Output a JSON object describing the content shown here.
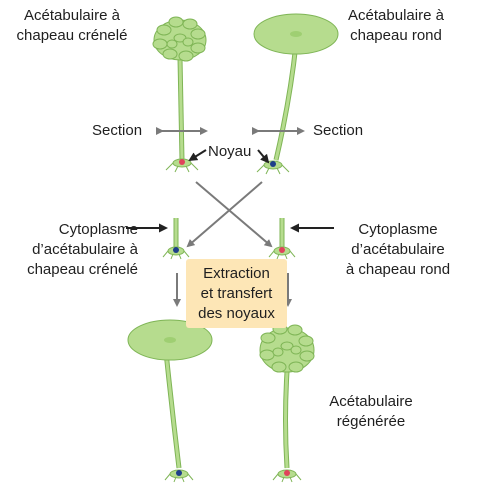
{
  "labels": {
    "top_left": [
      "Acétabulaire à",
      "chapeau crénelé"
    ],
    "top_right": [
      "Acétabulaire à",
      "chapeau rond"
    ],
    "section_left": "Section",
    "section_right": "Section",
    "noyau": "Noyau",
    "cyto_left": [
      "Cytoplasme",
      "d’acétabulaire à",
      "chapeau crénelé"
    ],
    "cyto_right": [
      "Cytoplasme",
      "d’acétabulaire",
      "à chapeau rond"
    ],
    "box": [
      "Extraction",
      "et transfert",
      "des noyaux"
    ],
    "regen": [
      "Acétabulaire",
      "régénérée"
    ]
  },
  "colors": {
    "plant_fill": "#b6dc8e",
    "plant_stroke": "#7fb556",
    "red_nucleus": "#e0435b",
    "blue_nucleus": "#1e3f8a",
    "arrow_gray": "#7a7a7a",
    "box_fill": "#fde6b6"
  },
  "icons": [
    "crenelated-cap-icon",
    "round-cap-icon",
    "nucleus-icon",
    "arrow-icon"
  ]
}
